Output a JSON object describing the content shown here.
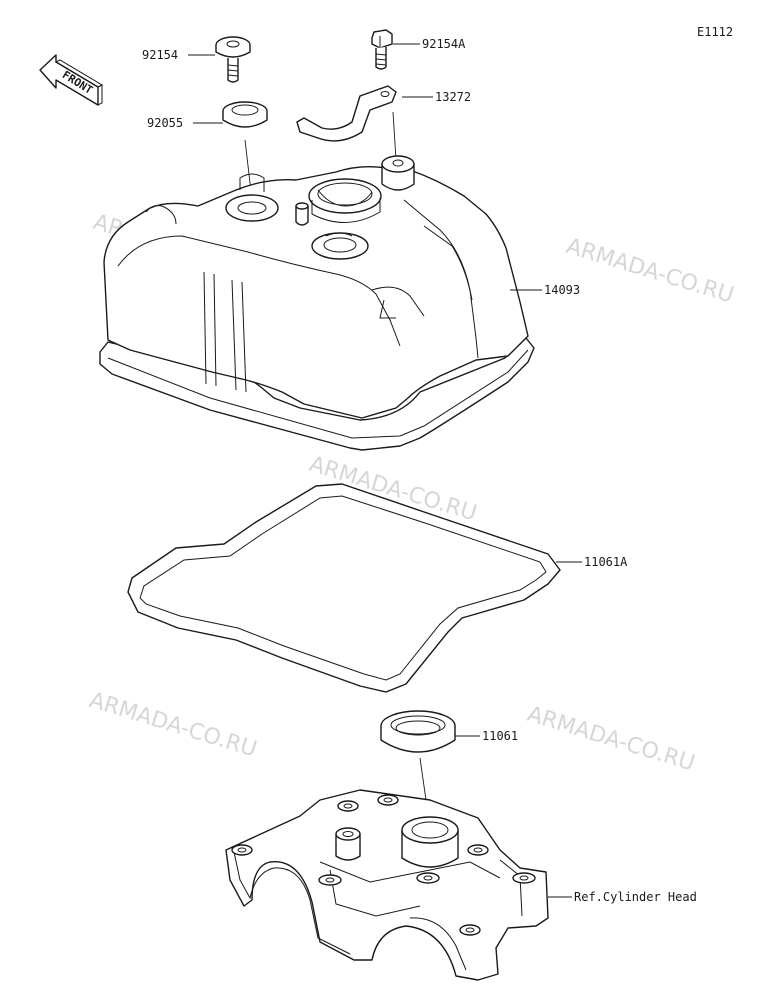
{
  "diagram_code": "E1112",
  "front_label": "FRONT",
  "watermarks": [
    "ARMADA-CO.RU",
    "ARMADA-CO.RU",
    "ARMADA-CO.RU",
    "ARMADA-CO.RU",
    "ARMADA-CO.RU"
  ],
  "parts": {
    "bolt": "92154",
    "bolt_a": "92154A",
    "seal_washer": "92055",
    "bracket": "13272",
    "cover": "14093",
    "cover_gasket": "11061A",
    "plug_gasket": "11061",
    "ref": "Ref.Cylinder Head"
  }
}
